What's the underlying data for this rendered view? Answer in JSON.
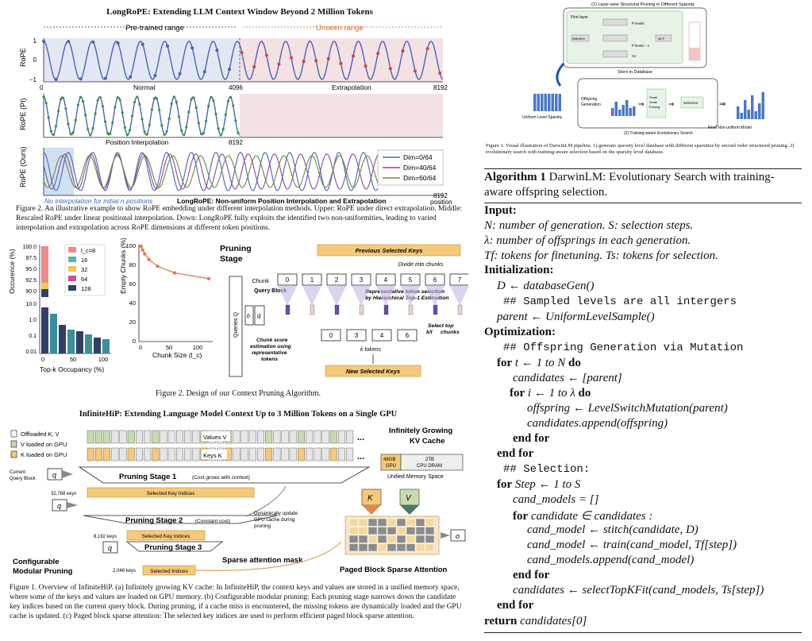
{
  "colors": {
    "blue_wave": "#4a63b5",
    "unseen": "#d46a2a",
    "green": "#2f9b3a",
    "orange_box": "#f5c97a",
    "pink_bg": "#f3e1e3",
    "light_blue": "#dde7f5"
  },
  "longrope": {
    "title": "LongRoPE: Extending LLM Context Window Beyond 2 Million Tokens",
    "pretrained": "Pre-trained range",
    "unseen": "Unseen range",
    "ylabel1": "RoPE",
    "ylabel2": "RoPE (PI)",
    "ylabel3": "RoPE (Ours)",
    "p1_left": "Normal",
    "p1_mid": "4096",
    "p1_right": "Extrapolation",
    "p1_end": "8192",
    "p2_label": "Position Interpolation",
    "p2_end": "8192",
    "p3_note": "No interpolation for initial n positions",
    "p3_label": "LongRoPE: Non-uniform Position Interpolation and Extrapolation",
    "p3_end": "8192",
    "p3_end2": "position",
    "legend": [
      "Dim=0/64",
      "Dim=40/64",
      "Dim=60/64"
    ],
    "yt_1": "1",
    "yt_0": "0",
    "yt_m1": "−1",
    "caption": "Figure 2. An illustrative example to show RoPE embedding under different interpolation methods. Upper: RoPE under direct extrapolation. Middle: Rescaled RoPE under linear positional interpolation. Down: LongRoPE fully exploits the identified two non-uniformities, leading to varied interpolation and extrapolation across RoPE dimensions at different token positions."
  },
  "chart_data": [
    {
      "type": "bar",
      "title": "",
      "xlabel": "Top-k Occupancy (%)",
      "ylabel": "Occurence (%)",
      "legend_title": "l_c",
      "series": [
        {
          "name": "l_c=8"
        },
        {
          "name": "16"
        },
        {
          "name": "32"
        },
        {
          "name": "64"
        },
        {
          "name": "128"
        }
      ],
      "ytick_upper": [
        "100.0",
        "97.5",
        "95.0",
        "92.5",
        "90.0"
      ],
      "ytick_lower": [
        "10.0",
        "1.0",
        "0.1",
        "0.01"
      ],
      "xticks": [
        "0",
        "50",
        "100"
      ]
    },
    {
      "type": "line",
      "title": "",
      "xlabel": "Chunk Size (l_c)",
      "ylabel": "Empty Chunks (%)",
      "x": [
        1,
        4,
        8,
        16,
        32,
        64,
        128
      ],
      "y": [
        100,
        96,
        92,
        86,
        79,
        72,
        66
      ],
      "yticks": [
        "100",
        "80",
        "60",
        "40",
        "20",
        "0"
      ],
      "xticks": [
        "0",
        "50",
        "100"
      ],
      "ylim": [
        0,
        100
      ]
    }
  ],
  "pruning": {
    "stage_title": "Pruning Stage",
    "prev_keys": "Previous Selected Keys",
    "divide": "Divide into chunks",
    "chunk_label": "Chunk",
    "query_block": "Query Block",
    "queries": "Queries Q",
    "b": "b_q",
    "q": "q",
    "chunks": [
      "0",
      "1",
      "2",
      "3",
      "4",
      "5",
      "6",
      "7"
    ],
    "lc": "l_c",
    "rep_sel": "Representative token selection by Hierarchical Top-1 Estimation",
    "score_est": "Chunk score estimation using representative tokens",
    "select_top": "Select top k/l_c chunks",
    "selected": [
      "0",
      "3",
      "4",
      "6"
    ],
    "k_tokens": "k tokens",
    "new_keys": "New Selected Keys",
    "caption": "Figure 2. Design of our Context Pruning Algorithm."
  },
  "infinitehip": {
    "title": "InfiniteHiP: Extending Language Model Context Up to 3 Million Tokens on a Single GPU",
    "legend": [
      "Offloaded K, V",
      "V loaded on GPU",
      "K loaded on GPU"
    ],
    "values_v": "Values V",
    "keys_k": "Keys K",
    "current_qb": "Current Query Block",
    "q": "q",
    "growing": "Infinitely Growing KV Cache",
    "gpu": "48GB GPU",
    "dram": "2TB CPU DRAM",
    "unified": "Unified Memory Space",
    "stage1": "Pruning Stage 1",
    "stage1_note": "(Cost grows with context)",
    "keys1": "32,768 keys",
    "sel1": "Selected Key Indices",
    "stage2": "Pruning Stage 2",
    "stage2_note": "(Constant cost)",
    "keys2": "8,192 keys",
    "sel2": "Selected Key Indices",
    "stage3": "Pruning Stage 3",
    "keys3": "2,048 keys",
    "sel3": "Selected Indices",
    "dyn": "Dynamically update GPU cache during pruning",
    "configurable": "Configurable Modular Pruning",
    "sparse_mask": "Sparse attention mask",
    "paged": "Paged Block Sparse Attention",
    "K": "K",
    "V": "V",
    "o": "o",
    "dots": "...",
    "caption": "Figure 1. Overview of InfiniteHiP. (a) Infinitely growing KV cache: In InfiniteHiP, the context keys and values are stored in a unified memory space, where some of the keys and values are loaded on GPU memory. (b) Configurable modular pruning: Each pruning stage narrows down the candidate key indices based on the current query block. During pruning, if a cache miss is encountered, the missing tokens are dynamically loaded and the GPU cache is updated. (c) Paged block sparse attention: The selected key indices are used to perform efficient paged block sparse attention."
  },
  "darwin": {
    "fig_top": "(1) Layer-wise Structural Pruning in Different Sparsity",
    "first_layer": "First layer",
    "attention": "Attention",
    "mlp": "MLP",
    "p_levels": [
      "P levels",
      "P levels - 1",
      "... ",
      "S1"
    ],
    "store": "Store in Database",
    "uniform": "Uniform Level Sparsity",
    "offspring": "Offspring Generation",
    "small": "Small Scale Training",
    "selection": "Selection",
    "final": "Final Non-uniform Model",
    "fig_bottom": "(2) Training-aware Evolutionary Search",
    "caption": "Figure 1. Visual illustration of DarwinLM pipeline. 1) generate sparsity level database with different sparsities by second order structured pruning. 2) evolutionary search with training-aware selection based on the sparsity level database."
  },
  "algorithm": {
    "heading": "Algorithm 1",
    "title": "DarwinLM: Evolutionary Search with training-aware offspring selection.",
    "input": "Input:",
    "in1": "N: number of generation. S: selection steps.",
    "in2": "λ: number of offsprings in each generation.",
    "in3": "Tf: tokens for finetuning. Ts: tokens for selection.",
    "init": "Initialization:",
    "l1": "D ← databaseGen()",
    "l2": "## Sampled levels are all intergers",
    "l3": "parent ← UniformLevelSample()",
    "opt": "Optimization:",
    "l4": "## Offspring Generation via Mutation",
    "l5a": "for",
    "l5b": "t ← 1 to N",
    "l5c": "do",
    "l6": "candidates ← [parent]",
    "l7a": "for",
    "l7b": "i ← 1 to λ",
    "l7c": "do",
    "l8": "offspring ← LevelSwitchMutation(parent)",
    "l9": "candidates.append(offspring)",
    "l10": "end for",
    "l11": "end for",
    "l12": "## Selection:",
    "l13a": "for",
    "l13b": "Step ← 1 to S",
    "l14": "cand_models = []",
    "l15a": "for",
    "l15b": "candidate ∈ candidates :",
    "l16": "cand_model ← stitch(candidate, D)",
    "l17": "cand_model ← train(cand_model, Tf[step])",
    "l18": "cand_models.append(cand_model)",
    "l19": "end for",
    "l20": "candidates ← selectTopKFit(cand_models, Ts[step])",
    "l21": "end for",
    "l22a": "return",
    "l22b": "candidates[0]"
  }
}
